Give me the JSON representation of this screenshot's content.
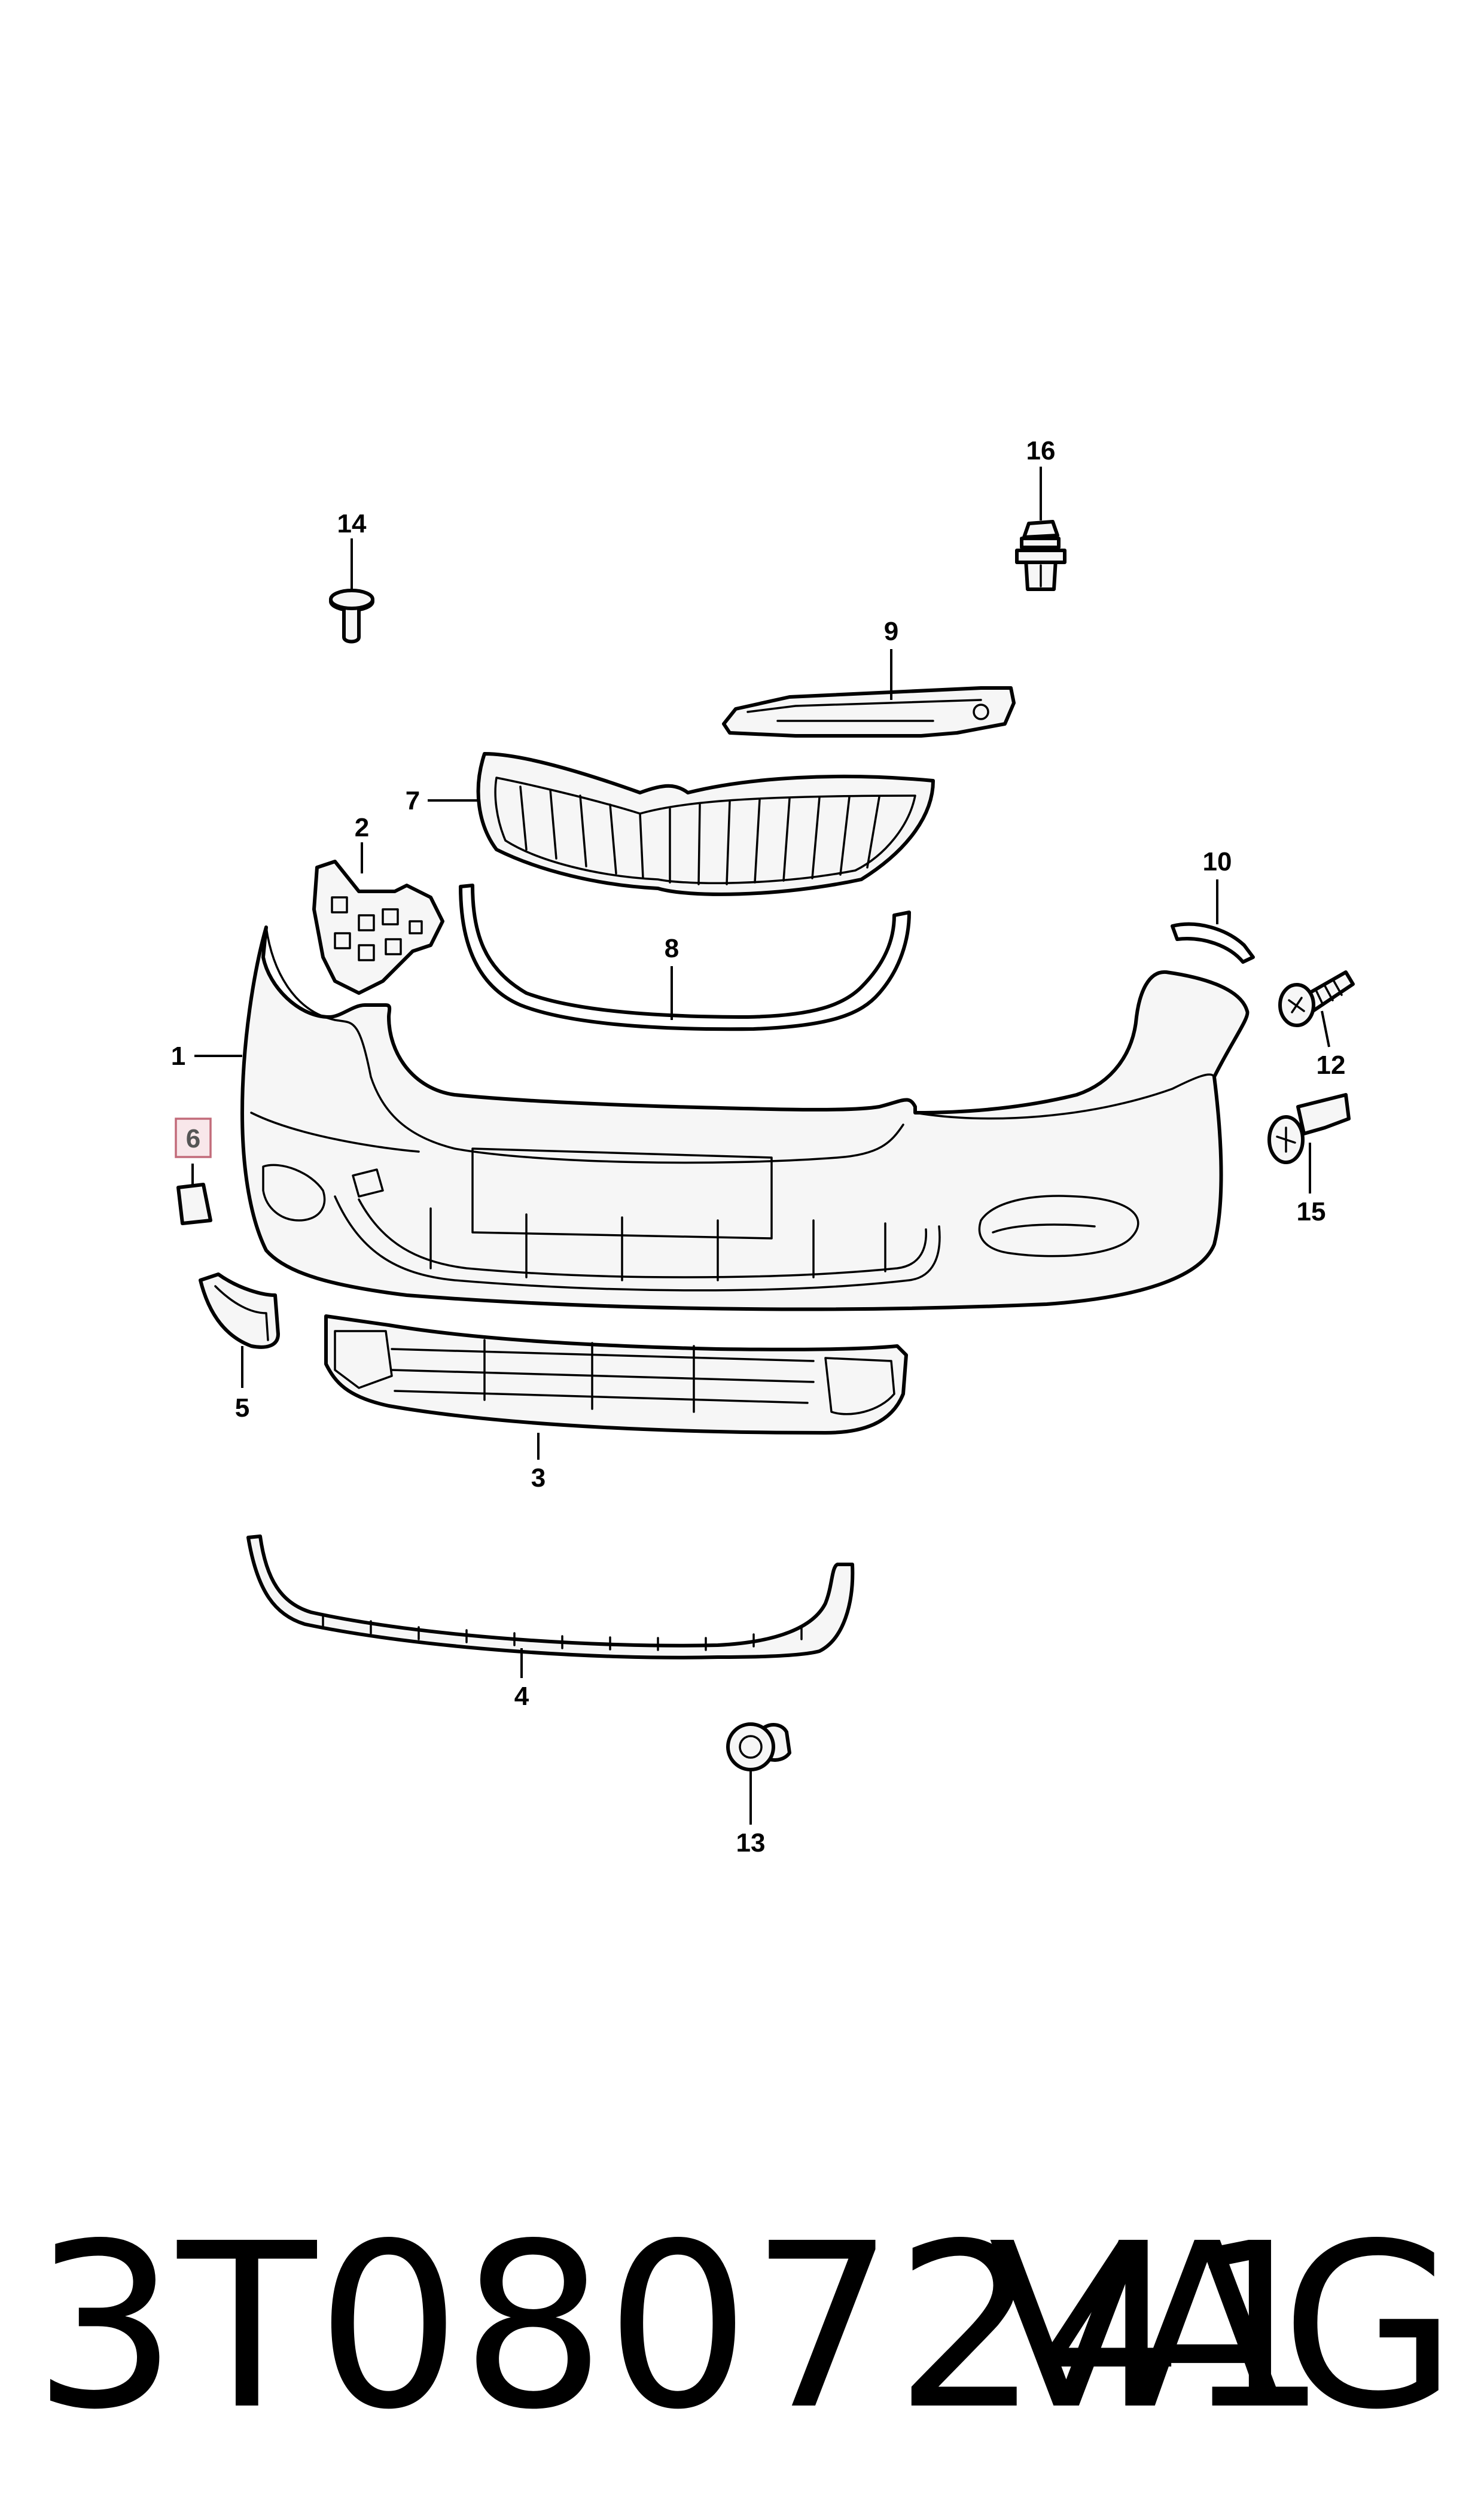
{
  "callouts": {
    "c1": "1",
    "c2": "2",
    "c3": "3",
    "c4": "4",
    "c5": "5",
    "c6": "6",
    "c7": "7",
    "c8": "8",
    "c9": "9",
    "c10": "10",
    "c12": "12",
    "c13": "13",
    "c14": "14",
    "c15": "15",
    "c16": "16"
  },
  "highlighted_callout": "6",
  "footer": {
    "part_number": "3T0807241",
    "brand": "VAG"
  },
  "colors": {
    "highlight_fill": "#f8e7ea",
    "highlight_border": "#c26b7a"
  }
}
